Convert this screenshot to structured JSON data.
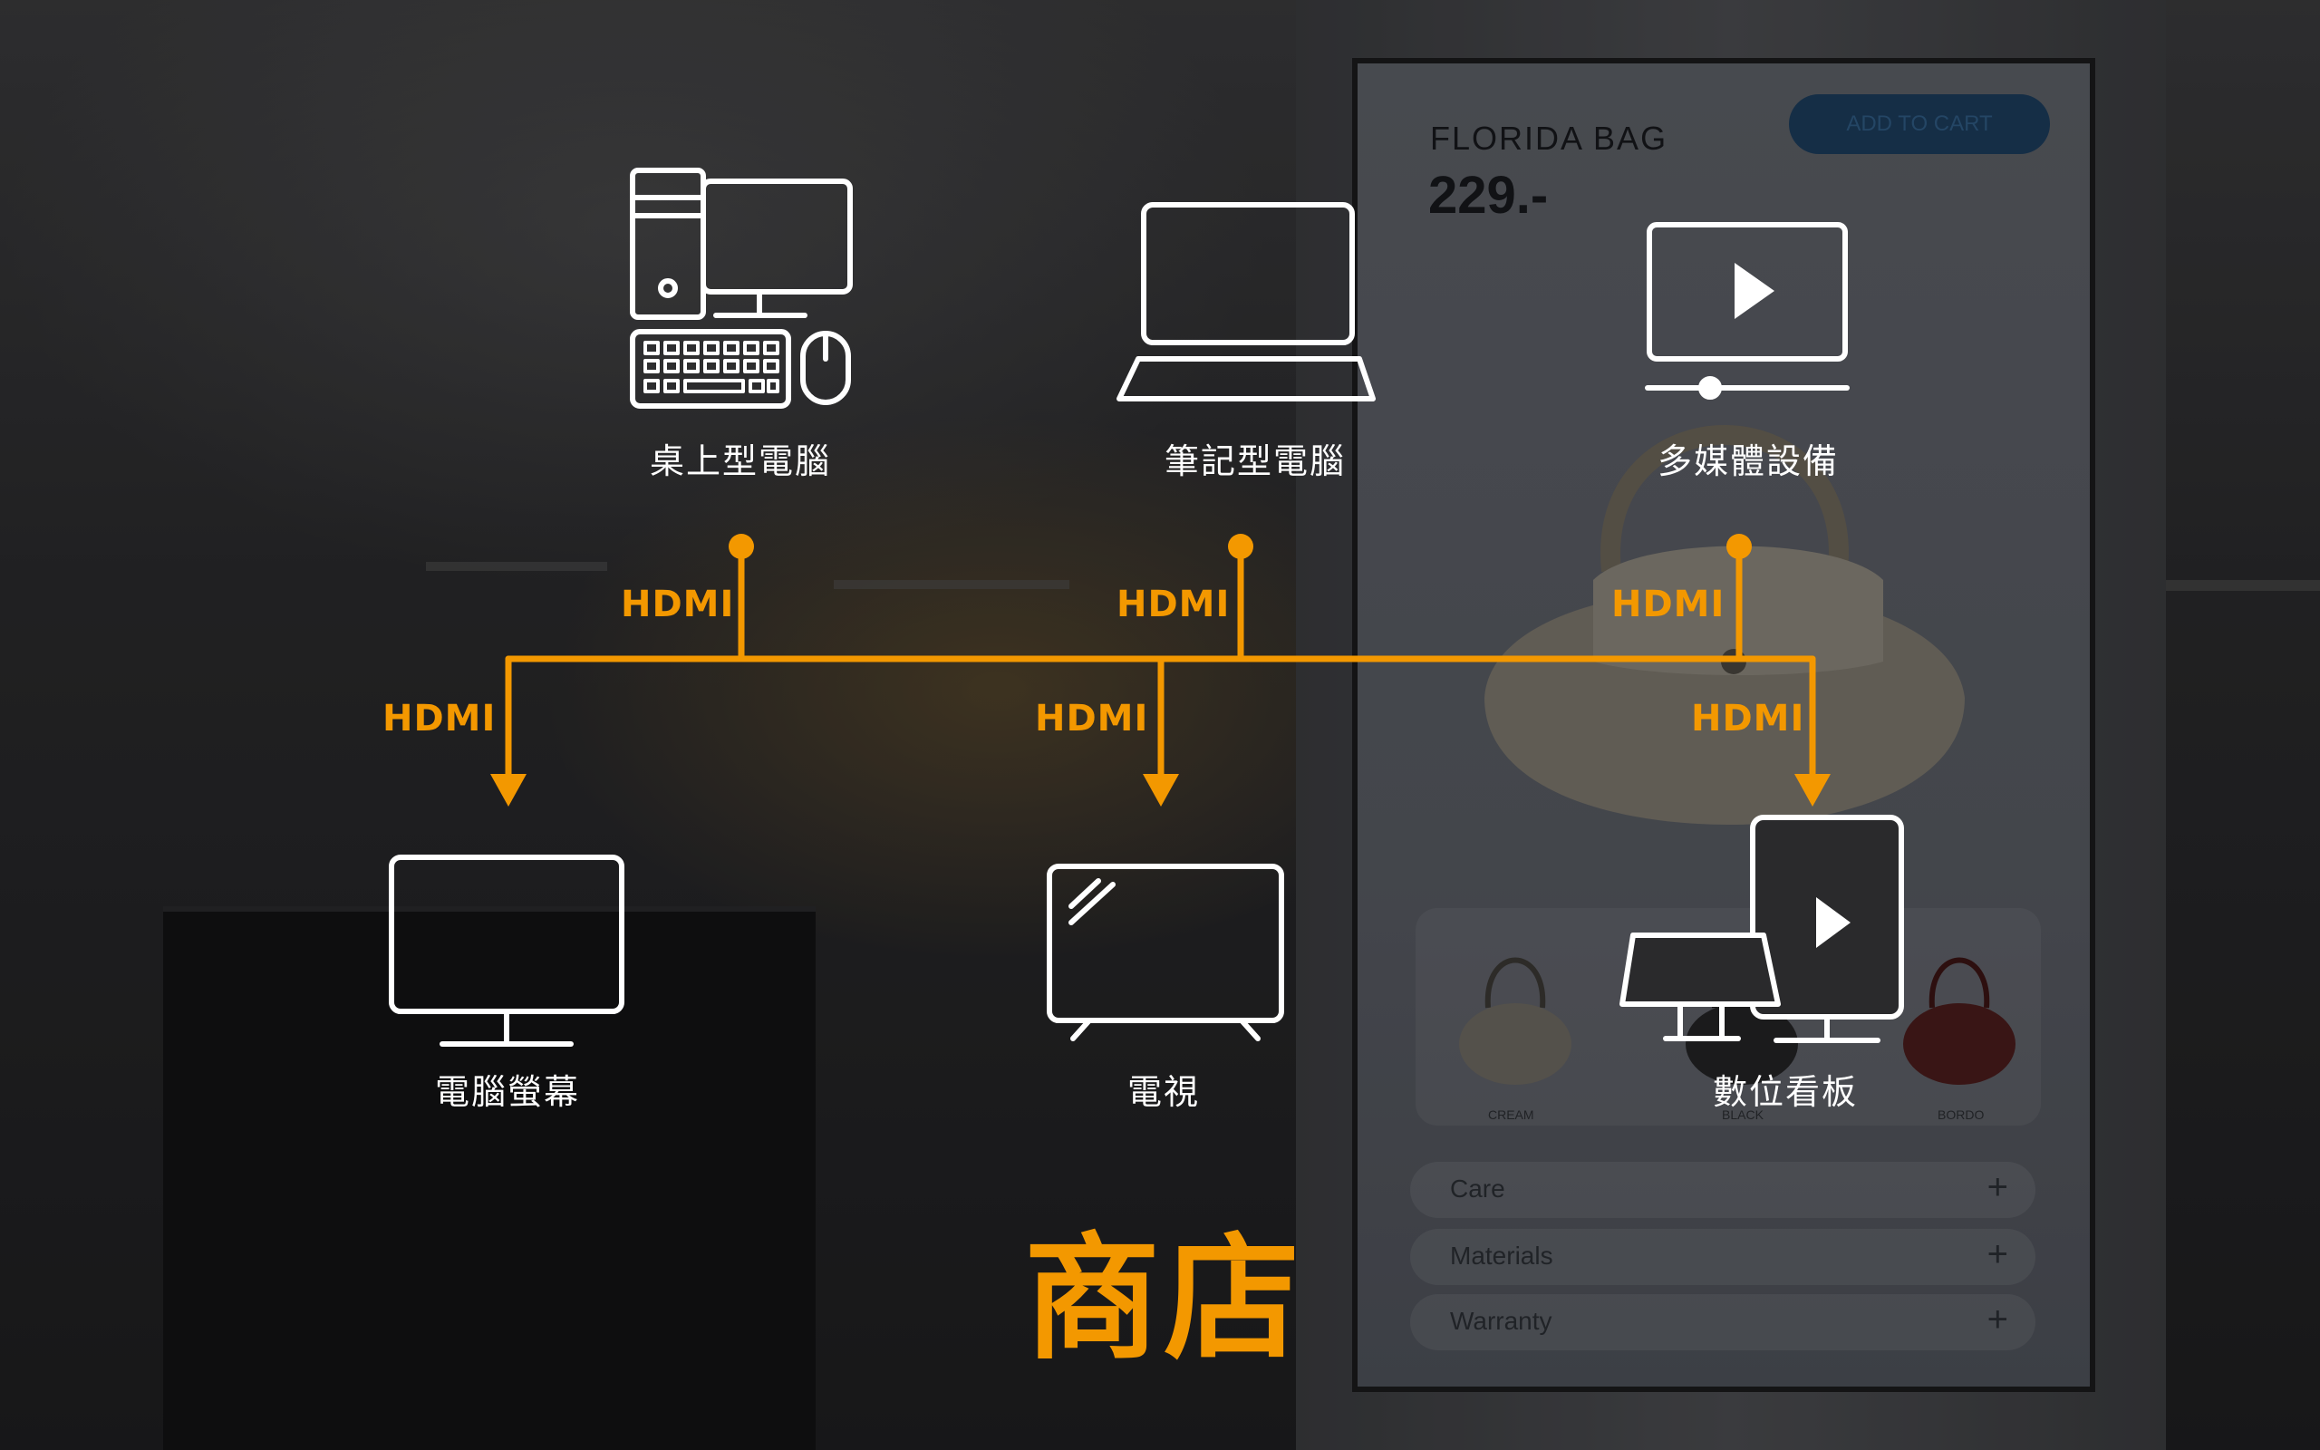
{
  "colors": {
    "accent": "#f39800",
    "icon": "#ffffff",
    "background": "#2a2a2c"
  },
  "kiosk": {
    "product_name": "FLORIDA BAG",
    "product_price": "229.-",
    "add_to_cart": "ADD TO CART",
    "variants": [
      "CREAM",
      "BLACK",
      "BORDO"
    ],
    "accordion": [
      {
        "label": "Care",
        "icon": "+"
      },
      {
        "label": "Materials",
        "icon": "+"
      },
      {
        "label": "Warranty",
        "icon": "+"
      }
    ]
  },
  "diagram": {
    "title": "商店",
    "sources": [
      {
        "label": "桌上型電腦",
        "icon": "desktop-computer-icon",
        "connector": "HDMI"
      },
      {
        "label": "筆記型電腦",
        "icon": "laptop-icon",
        "connector": "HDMI"
      },
      {
        "label": "多媒體設備",
        "icon": "media-player-icon",
        "connector": "HDMI"
      }
    ],
    "outputs": [
      {
        "label": "電腦螢幕",
        "icon": "computer-monitor-icon",
        "connector": "HDMI"
      },
      {
        "label": "電視",
        "icon": "television-icon",
        "connector": "HDMI"
      },
      {
        "label": "數位看板",
        "icon": "digital-signage-icon",
        "connector": "HDMI"
      }
    ]
  }
}
